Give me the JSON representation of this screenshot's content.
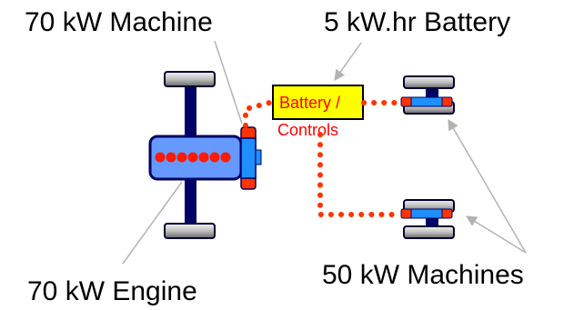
{
  "labels": {
    "machine_70": "70 kW Machine",
    "battery_5": "5 kW.hr Battery",
    "engine_70": "70 kW Engine",
    "machines_50": "50 kW Machines",
    "battery_box_line1": "Battery /",
    "battery_box_line2": "Controls"
  },
  "colors": {
    "battery_box": "#ffff00",
    "engine_block": "#6699ff",
    "axle": "#000066",
    "wire": "#ff3300",
    "machine_red": "#ff3300",
    "machine_blue": "#1f8fff",
    "wheel": "#cccccc",
    "pointer": "#b3b3b3"
  }
}
